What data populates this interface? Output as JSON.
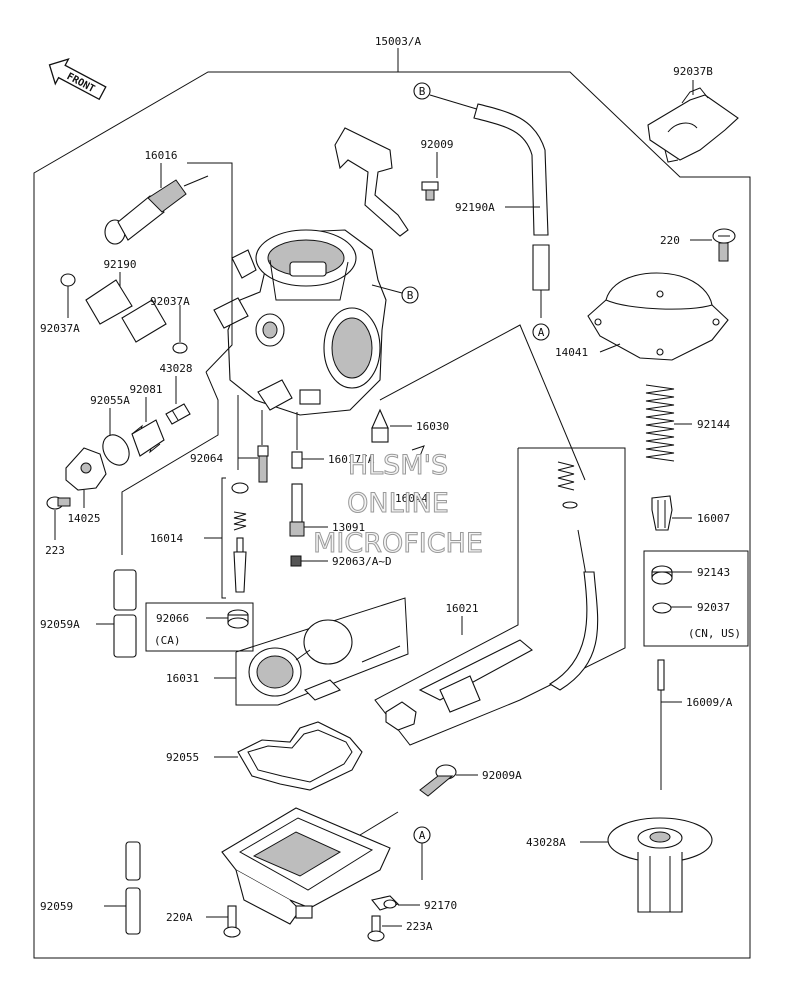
{
  "diagram": {
    "assembly_label": "15003/A",
    "front_label": "FRONT",
    "watermark": [
      "HLSM'S",
      "ONLINE",
      "MICROFICHE"
    ],
    "connectors": {
      "b": "B",
      "a": "A"
    },
    "parts": {
      "p92037B": "92037B",
      "p92009": "92009",
      "p92190A": "92190A",
      "p16016": "16016",
      "p92190": "92190",
      "p92037A_1": "92037A",
      "p92037A_2": "92037A",
      "p43028": "43028",
      "p92081": "92081",
      "p92055A": "92055A",
      "p220": "220",
      "p14041": "14041",
      "p92144": "92144",
      "p16030": "16030",
      "p92064": "92064",
      "p16017A": "16017/A",
      "p16044": "16044",
      "p14025": "14025",
      "p223": "223",
      "p16014": "16014",
      "p13091": "13091",
      "p92063AD": "92063/A~D",
      "p16007": "16007",
      "p92143": "92143",
      "p92037": "92037",
      "cn_us": "(CN, US)",
      "p92059A": "92059A",
      "p92066": "92066",
      "ca": "(CA)",
      "p16021": "16021",
      "p16031": "16031",
      "p16009A": "16009/A",
      "p92055": "92055",
      "p92009A": "92009A",
      "p43028A": "43028A",
      "p92059": "92059",
      "p92170": "92170",
      "p220A": "220A",
      "p223A": "223A"
    }
  }
}
